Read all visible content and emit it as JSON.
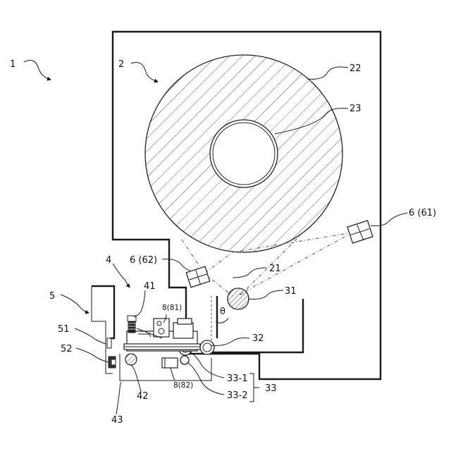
{
  "labels": {
    "l1": "1",
    "l2": "2",
    "l22": "22",
    "l23": "23",
    "l6a": "6 (61)",
    "l6b": "6 (62)",
    "l4": "4",
    "l21": "21",
    "l31": "31",
    "l41": "41",
    "l5": "5",
    "l881": "8(81)",
    "ltheta": "θ",
    "l51": "51",
    "l32": "32",
    "l52": "52",
    "l331": "33-1",
    "l332": "33-2",
    "l33": "33",
    "l42": "42",
    "l882": "8(82)",
    "l43": "43"
  }
}
